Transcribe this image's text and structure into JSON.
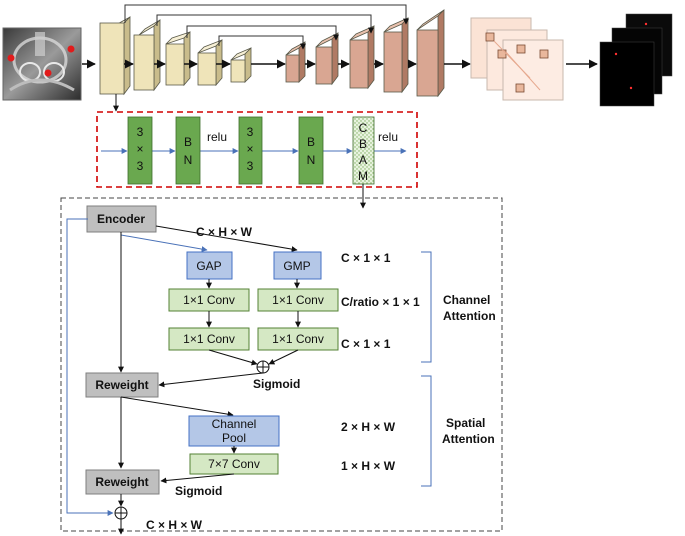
{
  "unet_conv_block": {
    "b1": [
      "3",
      "×",
      "3"
    ],
    "b2": [
      "B",
      "N"
    ],
    "b3": [
      "3",
      "×",
      "3"
    ],
    "b4": [
      "B",
      "N"
    ],
    "b5": [
      "C",
      "B",
      "A",
      "M"
    ],
    "relu1": "relu",
    "relu2": "relu"
  },
  "cbam": {
    "encoder": "Encoder",
    "dim_top": "C × H × W",
    "gap": "GAP",
    "gmp": "GMP",
    "conv1a": "1×1 Conv",
    "conv1b": "1×1 Conv",
    "conv2a": "1×1 Conv",
    "conv2b": "1×1 Conv",
    "reweight1": "Reweight",
    "sigmoid1": "Sigmoid",
    "channel_pool_1": "Channel",
    "channel_pool_2": "Pool",
    "conv7": "7×7 Conv",
    "reweight2": "Reweight",
    "sigmoid2": "Sigmoid",
    "dim_bottom": "C × H × W",
    "dims": {
      "d1": "C × 1 × 1",
      "d2": "C/ratio × 1 × 1",
      "d3": "C × 1 × 1",
      "d4": "2 × H × W",
      "d5": "1 × H × W"
    },
    "channel_attention": [
      "Channel",
      "Attention"
    ],
    "spatial_attention": [
      "Spatial",
      "Attention"
    ]
  },
  "colors": {
    "green_block": "#6aa84f",
    "light_green": "#d5e8c4",
    "light_blue": "#b4c7e7",
    "gray": "#bfbfbf",
    "red_dash": "#d00000",
    "blue_arrow": "#4a72b8",
    "tan_block": "#f4eccd",
    "brown_block": "#d9a692"
  }
}
